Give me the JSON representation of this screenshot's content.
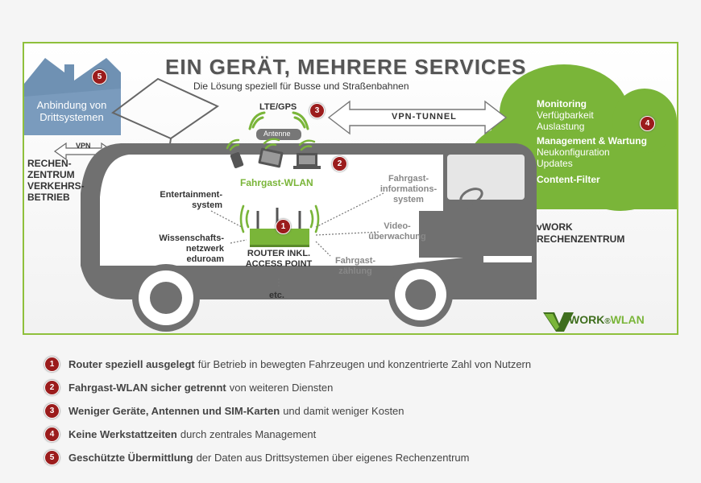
{
  "title": "EIN GERÄT, MEHRERE SERVICES",
  "subtitle": "Die Lösung speziell für Busse und Straßenbahnen",
  "house": {
    "badge": "5",
    "text": "Anbindung von Drittsystemen"
  },
  "vpn_small": "VPN",
  "operator_dc": "RECHEN-\nZENTRUM\nVERKEHRS-\nBETRIEB",
  "lte_gps": {
    "label": "LTE/GPS",
    "badge": "3",
    "antenna": "Antenne"
  },
  "vpn_tunnel": "VPN-TUNNEL",
  "cloud": {
    "badge": "4",
    "groups": [
      {
        "heading": "Monitoring",
        "lines": [
          "Verfügbarkeit",
          "Auslastung"
        ]
      },
      {
        "heading": "Management & Wartung",
        "lines": [
          "Neukonfiguration",
          "Updates"
        ]
      },
      {
        "heading": "Content-Filter",
        "lines": []
      }
    ]
  },
  "vwork_dc": "vWORK\nRECHENZENTRUM",
  "devices_badge": "2",
  "fahrgast_wlan": "Fahrgast-WLAN",
  "router": {
    "badge": "1",
    "label": "ROUTER INKL.\nACCESS POINT"
  },
  "services_left": [
    "Entertainment-\nsystem",
    "Wissenschafts-\nnetzwerk\neduroam"
  ],
  "services_right": [
    "Fahrgast-\ninformations-\nsystem",
    "Video-\nüberwachung",
    "Fahrgast-\nzählung"
  ],
  "etc": "etc.",
  "logo": {
    "text_v": "V",
    "text_work": "WORK",
    "text_wlan": "WLAN"
  },
  "colors": {
    "green": "#7ab539",
    "red_badge": "#9b1c1c",
    "bus_grey": "#707070"
  },
  "benefits": [
    {
      "badge": "1",
      "bold": "Router speziell ausgelegt",
      "rest": "für Betrieb in bewegten Fahrzeugen und konzentrierte Zahl von Nutzern"
    },
    {
      "badge": "2",
      "bold": "Fahrgast-WLAN sicher getrennt",
      "rest": "von weiteren Diensten"
    },
    {
      "badge": "3",
      "bold": "Weniger Geräte, Antennen und SIM-Karten",
      "rest": "und damit weniger Kosten"
    },
    {
      "badge": "4",
      "bold": "Keine Werkstattzeiten",
      "rest": "durch zentrales Management"
    },
    {
      "badge": "5",
      "bold": "Geschützte Übermittlung",
      "rest": "der Daten aus Drittsystemen über eigenes Rechenzentrum"
    }
  ]
}
